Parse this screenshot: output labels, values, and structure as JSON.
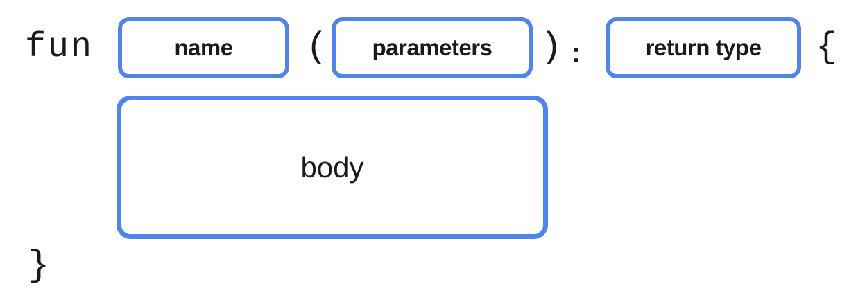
{
  "colors": {
    "accent_blue": "#4f85ea",
    "ink": "#1a1a1a",
    "background": "#ffffff"
  },
  "diagram": {
    "keyword": "fun",
    "punctuation": {
      "open_paren": "(",
      "close_paren": ")",
      "colon": ":",
      "open_brace": "{",
      "close_brace": "}"
    },
    "slots": {
      "name": "name",
      "parameters": "parameters",
      "return_type": "return type",
      "body": "body"
    }
  }
}
